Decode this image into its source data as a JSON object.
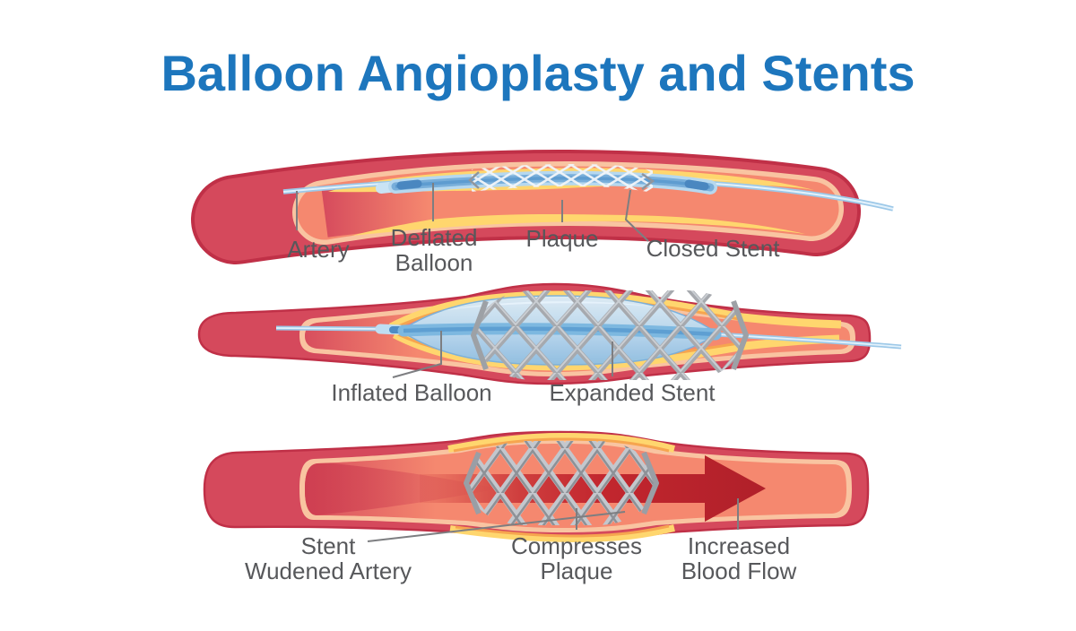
{
  "title": "Balloon Angioplasty and Stents",
  "colors": {
    "title_blue": "#1d76bd",
    "artery_red": "#d5495c",
    "artery_outline": "#c03047",
    "lumen_salmon": "#f5886f",
    "rim_peach": "#f9c4a1",
    "plaque_yellow": "#ffd66e",
    "plaque_orange": "#f6a54f",
    "balloon_blue": "#aed4ee",
    "catheter_blue": "#5e9cd0",
    "stent_white": "#f1f5f9",
    "stent_silver": "#b9bdc3",
    "arrow_red": "#c2262e",
    "label_text": "#57585b",
    "leader_line": "#7d7e81"
  },
  "step1": {
    "labels": {
      "artery": "Artery",
      "deflated_balloon_line1": "Deflated",
      "deflated_balloon_line2": "Balloon",
      "plaque": "Plaque",
      "closed_stent": "Closed Stent"
    }
  },
  "step2": {
    "labels": {
      "inflated_balloon": "Inflated Balloon",
      "expanded_stent": "Expanded Stent"
    }
  },
  "step3": {
    "labels": {
      "stent_line1": "Stent",
      "stent_line2": "Wudened Artery",
      "compresses_line1": "Compresses",
      "compresses_line2": "Plaque",
      "flow_line1": "Increased",
      "flow_line2": "Blood Flow"
    }
  }
}
